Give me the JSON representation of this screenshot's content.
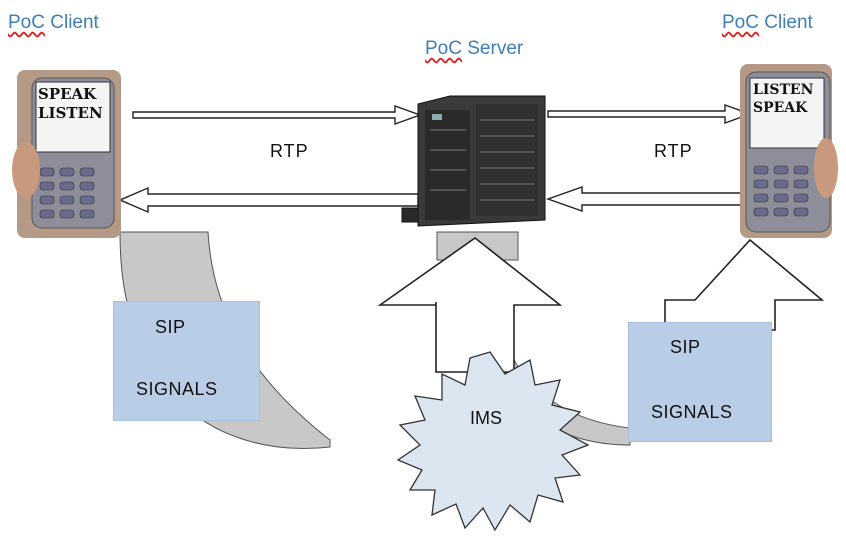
{
  "client_left": {
    "label_prefix": "PoC",
    "label_rest": " Client",
    "screen_line1": "SPEAK",
    "screen_line2": "LISTEN"
  },
  "client_right": {
    "label_prefix": "PoC",
    "label_rest": " Client",
    "screen_line1": "LISTEN",
    "screen_line2": "SPEAK"
  },
  "server": {
    "label_prefix": "PoC",
    "label_rest": " Server"
  },
  "rtp_left": "RTP",
  "rtp_right": "RTP",
  "sip_left": {
    "line1": "SIP",
    "line2": "SIGNALS"
  },
  "sip_right": {
    "line1": "SIP",
    "line2": "SIGNALS"
  },
  "ims": "IMS",
  "colors": {
    "label_blue": "#3f7fb5",
    "sip_box": "#b9cde6",
    "ims_fill": "#dce6f1",
    "curve_gray": "#c8c8c8"
  }
}
